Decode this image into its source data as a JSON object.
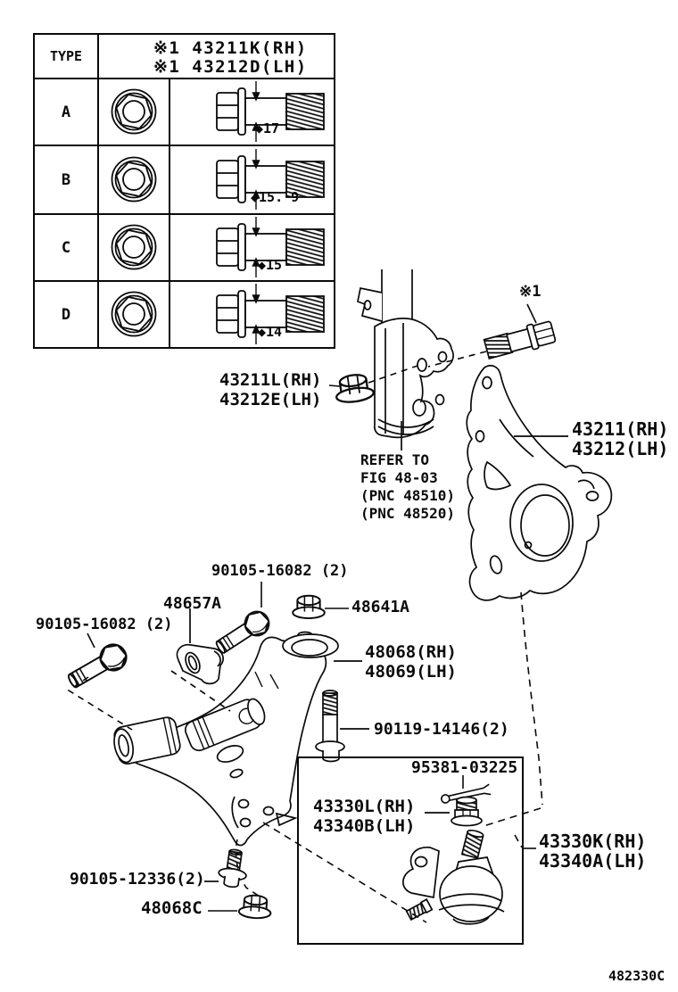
{
  "page_code": "482330C",
  "table": {
    "type_header": "TYPE",
    "header_line1": "※1 43211K(RH)",
    "header_line2": "※1 43212D(LH)",
    "rows": [
      {
        "type": "A",
        "dim": "◆17"
      },
      {
        "type": "B",
        "dim": "◆15. 9"
      },
      {
        "type": "C",
        "dim": "◆15"
      },
      {
        "type": "D",
        "dim": "◆14"
      }
    ]
  },
  "callouts": {
    "strut_nut_rh": "43211L(RH)",
    "strut_nut_lh": "43212E(LH)",
    "refer_l1": "REFER TO",
    "refer_l2": "FIG 48-03",
    "refer_l3": "(PNC 48510)",
    "refer_l4": "(PNC 48520)",
    "bolt_ref_mark": "※1",
    "knuckle_rh": "43211(RH)",
    "knuckle_lh": "43212(LH)",
    "cam_bolt_top": "90105-16082 (2)",
    "cam_bolt_left": "90105-16082 (2)",
    "cam_plate": "48657A",
    "arm_nut": "48641A",
    "arm_rh": "48068(RH)",
    "arm_lh": "48069(LH)",
    "arm_front_bolt": "90119-14146(2)",
    "cotter_pin": "95381-03225",
    "castle_nut_rh": "43330L(RH)",
    "castle_nut_lh": "43340B(LH)",
    "ball_joint_rh": "43330K(RH)",
    "ball_joint_lh": "43340A(LH)",
    "arm_set_bolt": "90105-12336(2)",
    "arm_set_nut": "48068C"
  },
  "colors": {
    "line": "#0a0a0a",
    "background": "#ffffff"
  }
}
